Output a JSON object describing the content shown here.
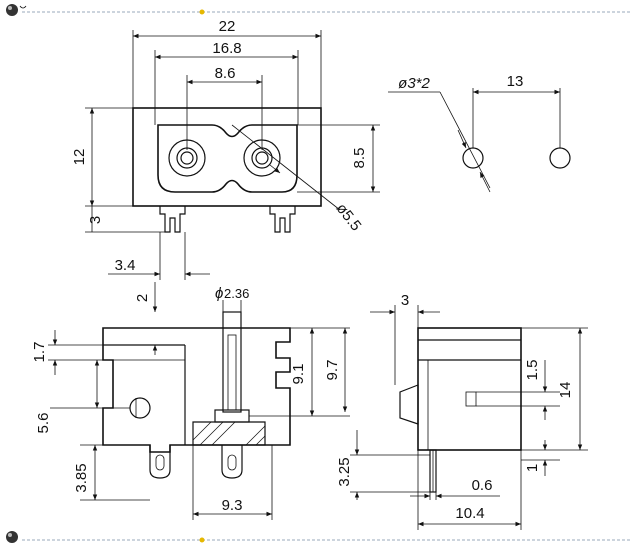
{
  "drawing": {
    "dimensions": {
      "width_22": "22",
      "width_16_8": "16.8",
      "width_8_6": "8.6",
      "height_12": "12",
      "height_8_5": "8.5",
      "dia_5_5": "ø5.5",
      "height_3": "3",
      "offset_3_4": "3.4",
      "hole_dia": "ø3*2",
      "hole_pitch": "13",
      "pin_dia_symbol": "ϕ",
      "pin_dia_value": "2.36",
      "side_2": "2",
      "side_1_7": "1.7",
      "side_5_6": "5.6",
      "side_3_85": "3.85",
      "side_9_1": "9.1",
      "side_9_7": "9.7",
      "side_9_3": "9.3",
      "right_3": "3",
      "right_1_5": "1.5",
      "right_14": "14",
      "right_1": "1",
      "right_3_25": "3.25",
      "right_0_6": "0.6",
      "right_10_4": "10.4"
    }
  }
}
